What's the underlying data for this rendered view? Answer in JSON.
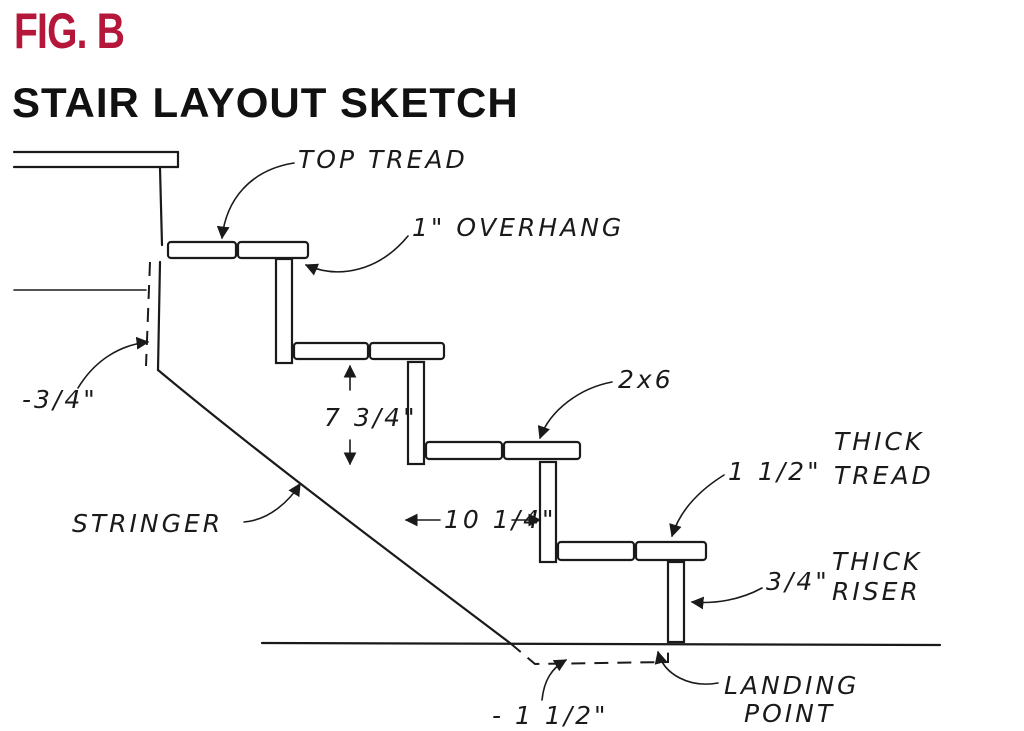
{
  "figure": {
    "label": "FIG. B",
    "title": "STAIR LAYOUT SKETCH",
    "label_color": "#b5173a",
    "title_color": "#111111"
  },
  "annotations": {
    "top_tread": "TOP TREAD",
    "overhang": "1\" OVERHANG",
    "top_offset": "-3/4\"",
    "rise": "7 3/4\"",
    "lumber": "2x6",
    "tread_thickness": "1 1/2\"",
    "thick_tread_line1": "THICK",
    "thick_tread_line2": "TREAD",
    "stringer": "STRINGER",
    "run": "10 1/4\"",
    "riser_thickness": "3/4\"",
    "thick_riser_line1": "THICK",
    "thick_riser_line2": "RISER",
    "landing_line1": "LANDING",
    "landing_line2": "POINT",
    "bottom_offset": "- 1 1/2\""
  }
}
